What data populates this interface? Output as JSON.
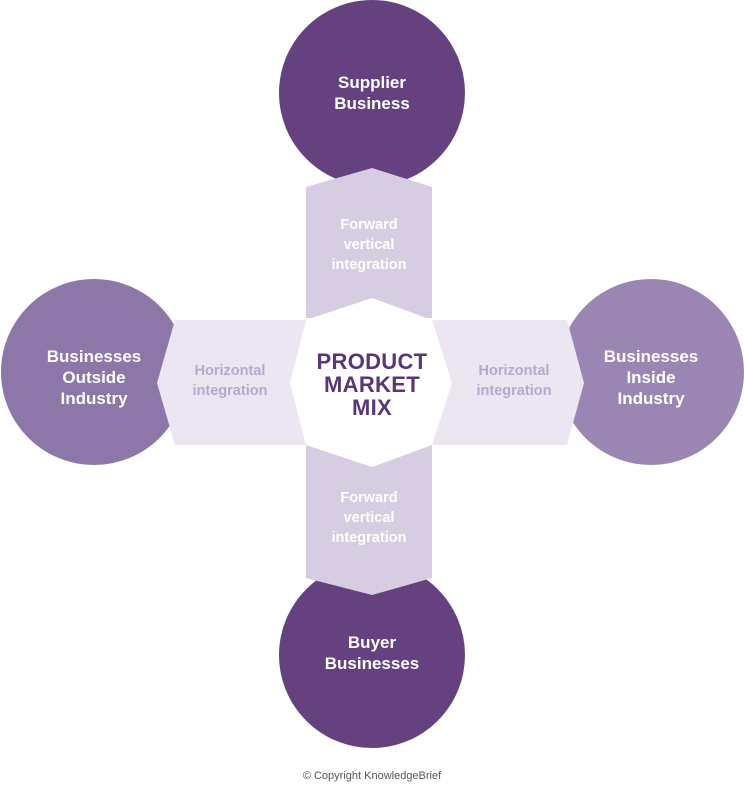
{
  "colors": {
    "dark_purple": "#65427f",
    "mid_purple": "#8d77a8",
    "light_purple": "#9b86b3",
    "vertical_arm": "#d7cde3",
    "horizontal_arm": "#ebe6f1",
    "center_text": "#5a3578"
  },
  "center": {
    "label": "PRODUCT\nMARKET\nMIX"
  },
  "nodes": {
    "top": "Supplier\nBusiness",
    "bottom": "Buyer\nBusinesses",
    "left": "Businesses\nOutside\nIndustry",
    "right": "Businesses\nInside\nIndustry"
  },
  "arms": {
    "top": "Forward\nvertical\nintegration",
    "bottom": "Forward\nvertical\nintegration",
    "left": "Horizontal\nintegration",
    "right": "Horizontal\nintegration"
  },
  "footer": {
    "copyright": "© Copyright KnowledgeBrief"
  }
}
